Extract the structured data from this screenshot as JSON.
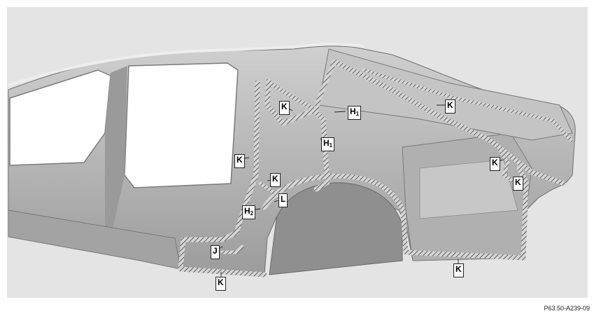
{
  "figure": {
    "reference_code": "P63.50-A239-09",
    "callouts": [
      {
        "id": "K",
        "sub": ""
      },
      {
        "id": "H",
        "sub": "1"
      },
      {
        "id": "H",
        "sub": "1"
      },
      {
        "id": "K",
        "sub": ""
      },
      {
        "id": "K",
        "sub": ""
      },
      {
        "id": "K",
        "sub": ""
      },
      {
        "id": "L",
        "sub": ""
      },
      {
        "id": "H",
        "sub": "2"
      },
      {
        "id": "J",
        "sub": ""
      },
      {
        "id": "K",
        "sub": ""
      },
      {
        "id": "K",
        "sub": ""
      },
      {
        "id": "K",
        "sub": ""
      },
      {
        "id": "K",
        "sub": ""
      }
    ]
  },
  "colors": {
    "background": "#e4e4e4",
    "body_shell": "#b9b9b9",
    "body_shadow": "#8e8e8e",
    "seal_hatch": "#3a3a3a",
    "label_fill": "#ffffff"
  }
}
